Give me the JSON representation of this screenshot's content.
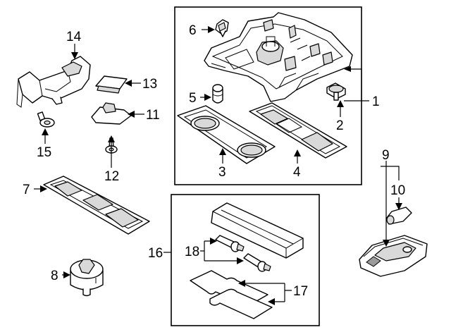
{
  "colors": {
    "line": "#000000",
    "fill": "#ffffff",
    "shade": "#d9d9d9",
    "dark": "#9a9a9a"
  },
  "callouts": [
    {
      "id": "c1",
      "text": "1"
    },
    {
      "id": "c2",
      "text": "2"
    },
    {
      "id": "c3",
      "text": "3"
    },
    {
      "id": "c4",
      "text": "4"
    },
    {
      "id": "c5",
      "text": "5"
    },
    {
      "id": "c6",
      "text": "6"
    },
    {
      "id": "c7",
      "text": "7"
    },
    {
      "id": "c8",
      "text": "8"
    },
    {
      "id": "c9",
      "text": "9"
    },
    {
      "id": "c10",
      "text": "10"
    },
    {
      "id": "c11",
      "text": "11"
    },
    {
      "id": "c12",
      "text": "12"
    },
    {
      "id": "c13",
      "text": "13"
    },
    {
      "id": "c14",
      "text": "14"
    },
    {
      "id": "c15",
      "text": "15"
    },
    {
      "id": "c16",
      "text": "16"
    },
    {
      "id": "c17",
      "text": "17"
    },
    {
      "id": "c18",
      "text": "18"
    }
  ]
}
